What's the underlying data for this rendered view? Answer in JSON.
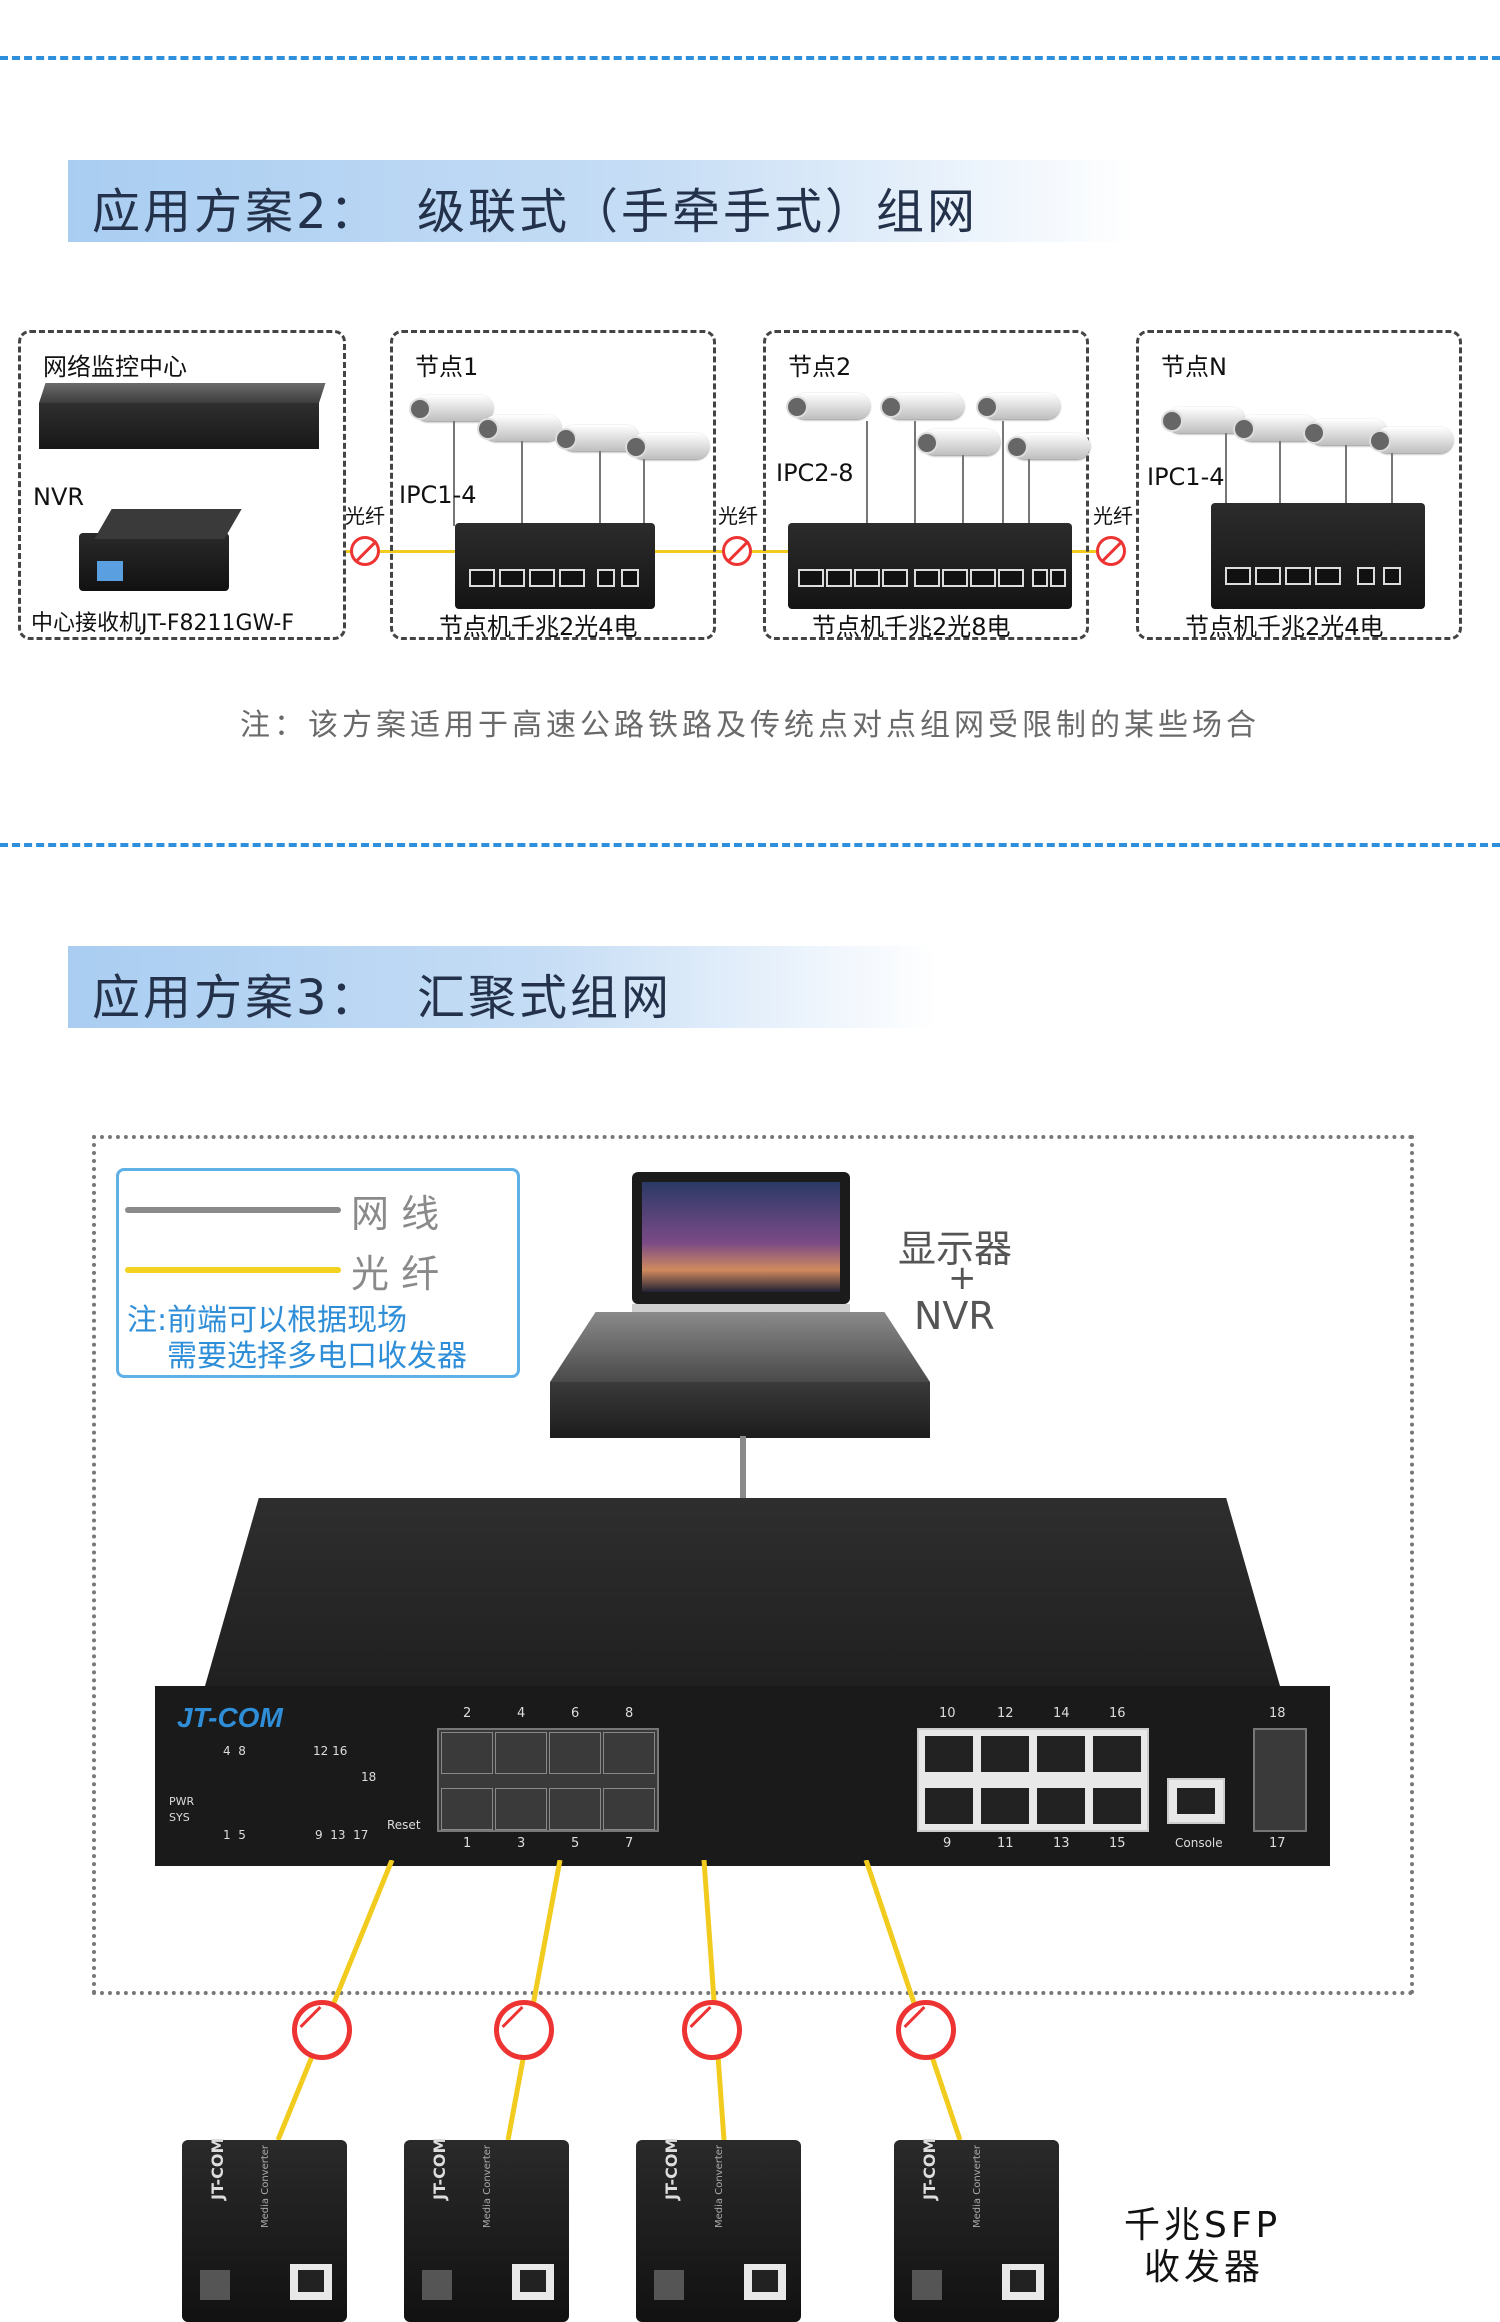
{
  "section2": {
    "title": "应用方案2：  级联式（手牵手式）组网",
    "center_box": {
      "title": "网络监控中心",
      "nvr_label": "NVR",
      "receiver_label": "中心接收机JT-F8211GW-F"
    },
    "nodes": [
      {
        "title": "节点1",
        "ipc_label": "IPC1-4",
        "switch_label": "节点机千兆2光4电"
      },
      {
        "title": "节点2",
        "ipc_label": "IPC2-8",
        "switch_label": "节点机千兆2光8电"
      },
      {
        "title": "节点N",
        "ipc_label": "IPC1-4",
        "switch_label": "节点机千兆2光4电"
      }
    ],
    "fiber_label": "光纤",
    "note": "注：该方案适用于高速公路铁路及传统点对点组网受限制的某些场合"
  },
  "section3": {
    "title": "应用方案3：  汇聚式组网",
    "legend": {
      "cable_label": "网 线",
      "fiber_label": "光 纤",
      "note_line1": "注:前端可以根据现场",
      "note_line2": "需要选择多电口收发器"
    },
    "monitor_label_1": "显示器",
    "monitor_label_2": "+",
    "monitor_label_3": "NVR",
    "switch_brand": "JT-COM",
    "switch_left_numbers_top": "4  8",
    "switch_left_numbers_top2": "12 16",
    "switch_led_labels": [
      "PWR",
      "SYS"
    ],
    "switch_left_numbers_bottom": "1  5",
    "switch_left_numbers_bottom2": "9  13  17",
    "switch_led_18": "18",
    "switch_reset": "Reset",
    "sfp_top_numbers": [
      "2",
      "4",
      "6",
      "8"
    ],
    "sfp_bottom_numbers": [
      "1",
      "3",
      "5",
      "7"
    ],
    "rj_top_numbers": [
      "10",
      "12",
      "14",
      "16"
    ],
    "rj_bottom_numbers": [
      "9",
      "11",
      "13",
      "15"
    ],
    "console_label": "Console",
    "uplink_top": "18",
    "uplink_bottom": "17",
    "converter_brand": "JT-COM",
    "converter_sub": "Media Converter",
    "converter_label_1": "千兆SFP",
    "converter_label_2": "收发器"
  },
  "colors": {
    "accent": "#2e8fdc",
    "fiber": "#f2cb1f",
    "banner": "#a9cdf1"
  }
}
